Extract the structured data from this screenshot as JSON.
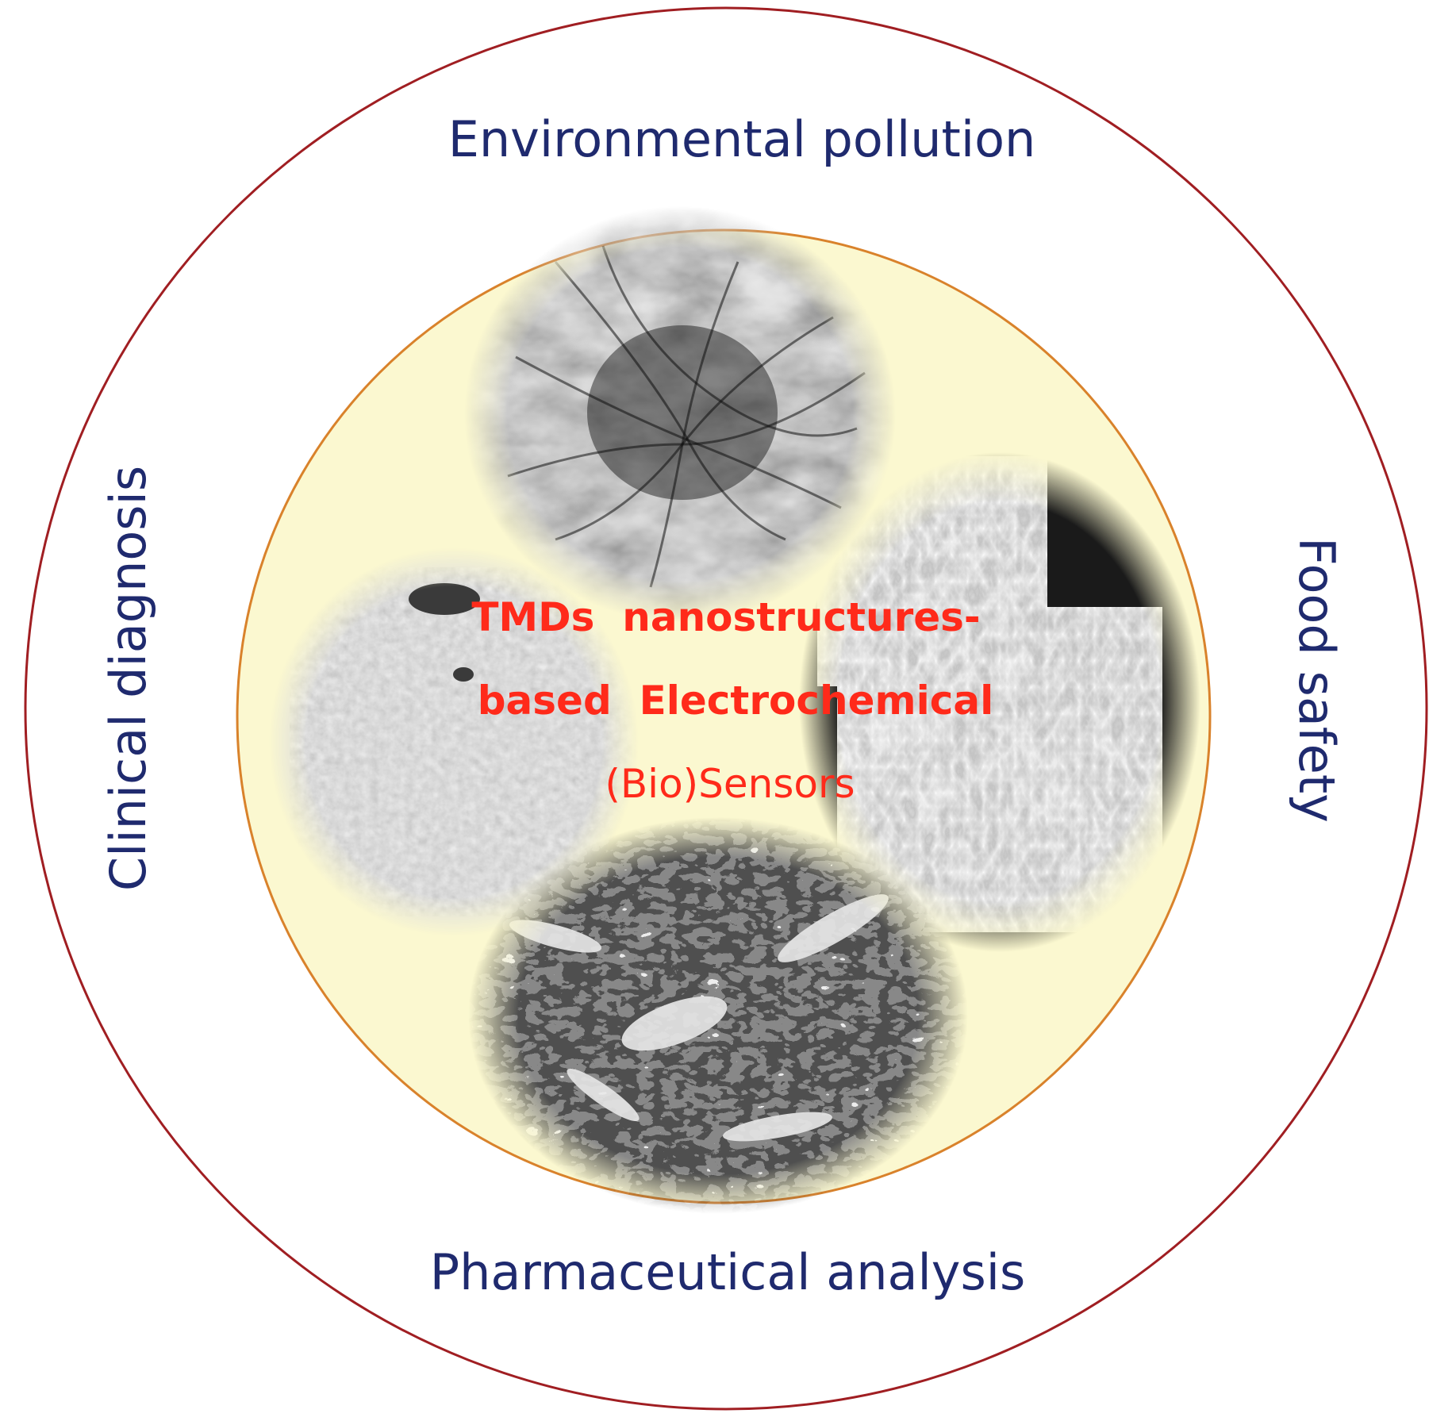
{
  "colors": {
    "outer_ring": "#a01e22",
    "inner_ring": "#d9822b",
    "inner_fill": "#fbf8d0",
    "application_text": "#1f2a6e",
    "center_text": "#ff2a1a",
    "background": "#ffffff"
  },
  "applications": {
    "top": "Environmental pollution",
    "bottom": "Pharmaceutical analysis",
    "left": "Clinical diagnosis",
    "right": "Food safety"
  },
  "center_title": {
    "line1": "TMDs  nanostructures-",
    "line2": "based  Electrochemical",
    "line3": "(Bio)Sensors"
  },
  "micrographs": [
    {
      "name": "tem-crumpled-nanosheets",
      "style": "dark-wrinkled"
    },
    {
      "name": "sem-porous-microsphere",
      "style": "granular-sphere"
    },
    {
      "name": "sem-flower-microspheres",
      "style": "petal-flowers"
    },
    {
      "name": "sem-vertical-nanosheets",
      "style": "dense-flakes"
    }
  ]
}
